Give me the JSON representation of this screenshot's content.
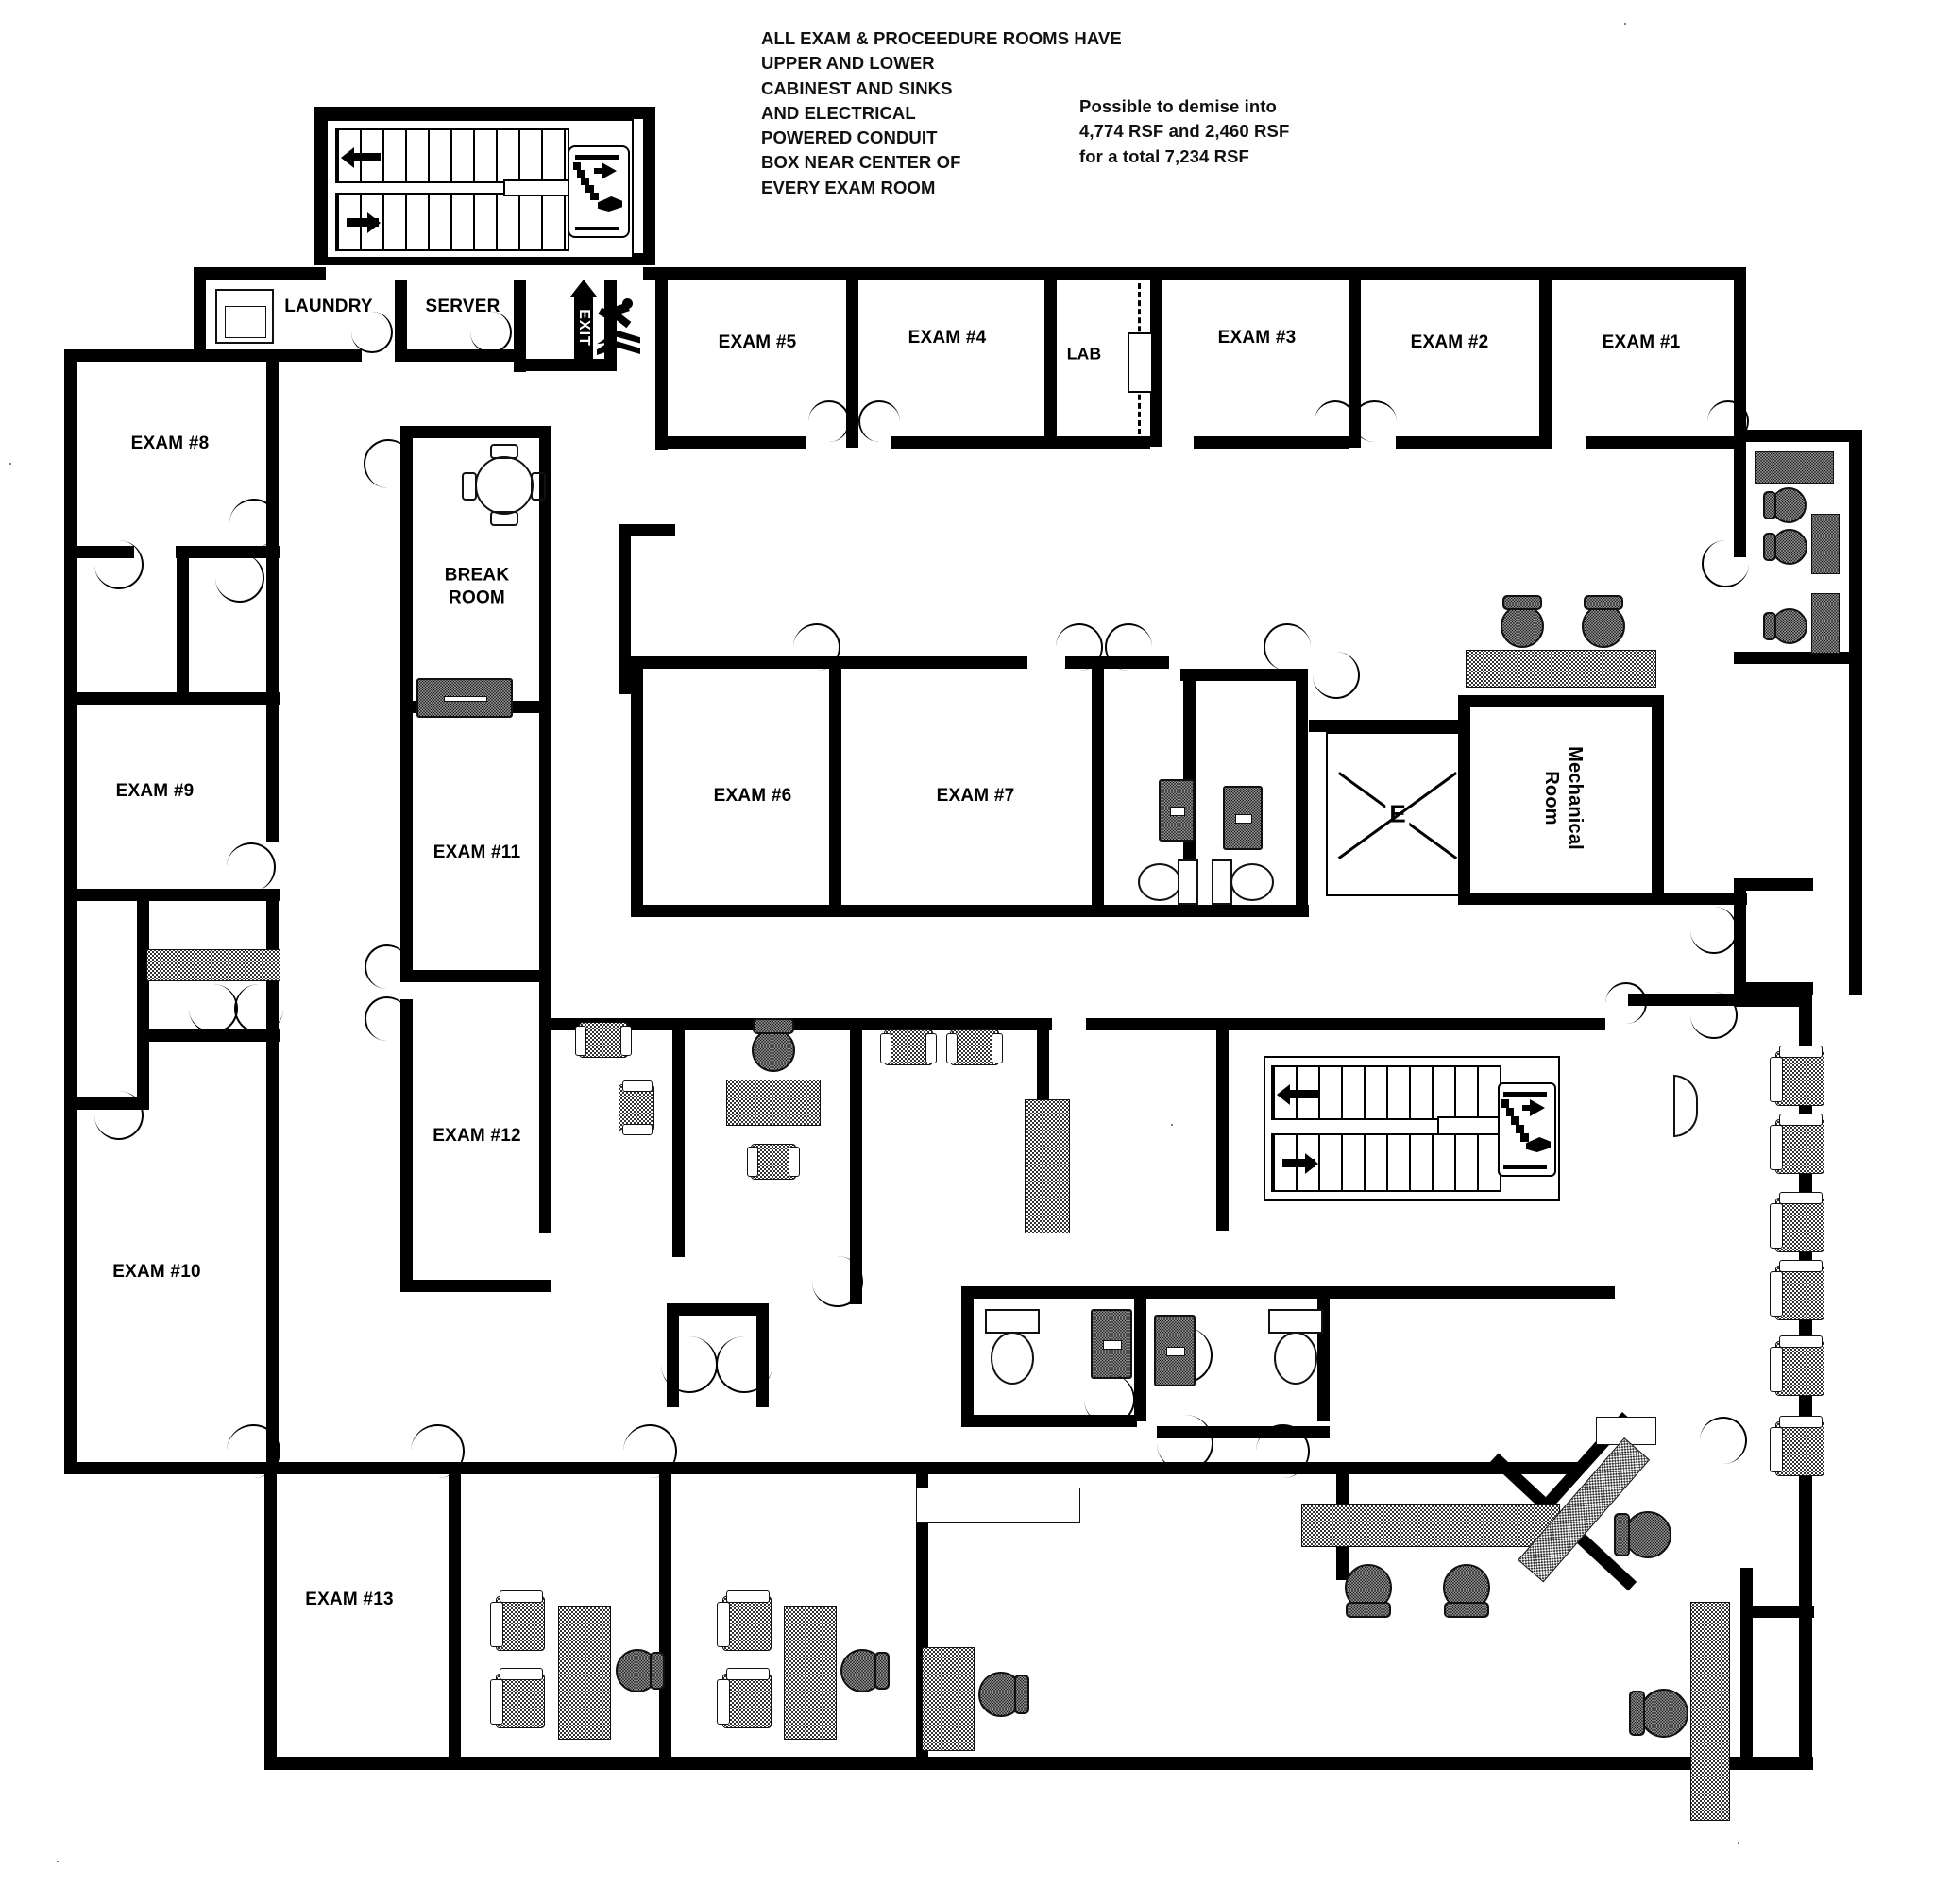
{
  "document": {
    "title": "Medical Office Floor Plan",
    "type": "architectural-floor-plan"
  },
  "notes": {
    "rooms_note": "ALL EXAM & PROCEEDURE ROOMS HAVE\nUPPER AND LOWER\nCABINEST AND SINKS\nAND ELECTRICAL\nPOWERED CONDUIT\nBOX NEAR CENTER OF\nEVERY EXAM ROOM",
    "demise_note": "Possible to demise into\n4,774 RSF and 2,460 RSF\nfor a total 7,234 RSF"
  },
  "rooms": {
    "laundry": "LAUNDRY",
    "server": "SERVER",
    "lab": "LAB",
    "break_room": "BREAK\nROOM",
    "mechanical": "Mechanical\nRoom",
    "exam1": "EXAM #1",
    "exam2": "EXAM #2",
    "exam3": "EXAM #3",
    "exam4": "EXAM #4",
    "exam5": "EXAM #5",
    "exam6": "EXAM #6",
    "exam7": "EXAM #7",
    "exam8": "EXAM #8",
    "exam9": "EXAM #9",
    "exam10": "EXAM #10",
    "exam11": "EXAM #11",
    "exam12": "EXAM #12",
    "exam13": "EXAM #13"
  },
  "signage": {
    "exit_label": "EXIT",
    "elevator_label": "E"
  },
  "legend": {
    "total_rsf": "7,234 RSF",
    "demise_a_rsf": "4,774 RSF",
    "demise_b_rsf": "2,460 RSF"
  }
}
